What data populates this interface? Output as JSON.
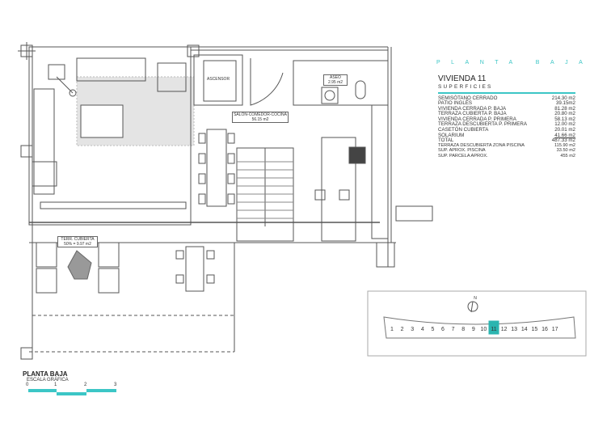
{
  "header": {
    "title": "PLANTA BAJA",
    "unit_name": "VIVIENDA 11",
    "section": "SUPERFICIES"
  },
  "areas": [
    {
      "label": "SEMISÓTANO CERRADO",
      "value": "214.30 m2"
    },
    {
      "label": "PATIO INGLÉS",
      "value": "39.15m2"
    },
    {
      "label": "VIVIENDA CERRADA P. BAJA",
      "value": "81.28 m2"
    },
    {
      "label": "TERRAZA CUBIERTA P. BAJA",
      "value": "20.80 m2"
    },
    {
      "label": "VIVIENDA CERRADA P. PRIMERA",
      "value": "58.13 m2"
    },
    {
      "label": "TERRAZA DESCUBIERTA P. PRIMERA",
      "value": "12.00 m2"
    },
    {
      "label": "CASETÓN CUBIERTA",
      "value": "20.01 m2"
    },
    {
      "label": "SOLARIUM",
      "value": "41.66 m2"
    },
    {
      "label": "TOTAL",
      "value": "487.33 m2"
    }
  ],
  "extra_areas": [
    {
      "label": "TERRAZA DESCUBIERTA  ZONA PISCINA",
      "value": "115.90 m2"
    },
    {
      "label": "SUP.  APROX.  PISCINA",
      "value": "33.50 m2"
    },
    {
      "label": "SUP. PARCELA APROX.",
      "value": "455 m2"
    }
  ],
  "rooms": {
    "ascensor": "ASCENSOR",
    "aseo": "ASEO",
    "aseo_area": "2.95 m2",
    "salon": "SALÓN-COMEDOR-COCINA",
    "salon_area": "56.15 m2",
    "terraza": "TERR. CUBIERTA",
    "terraza_area": "50% = 9.97 m2"
  },
  "footer": {
    "title": "PLANTA BAJA",
    "scale_label": "ESCALA GRÁFICA",
    "scale_ticks": [
      "0",
      "1",
      "2",
      "3"
    ]
  },
  "site_plan": {
    "north": "N",
    "units": [
      "1",
      "2",
      "3",
      "4",
      "5",
      "6",
      "7",
      "8",
      "9",
      "10",
      "11",
      "12",
      "13",
      "14",
      "15",
      "16",
      "17"
    ],
    "highlighted": "11",
    "highlight_color": "#2bb5b0"
  },
  "colors": {
    "accent": "#3cc6c6"
  }
}
